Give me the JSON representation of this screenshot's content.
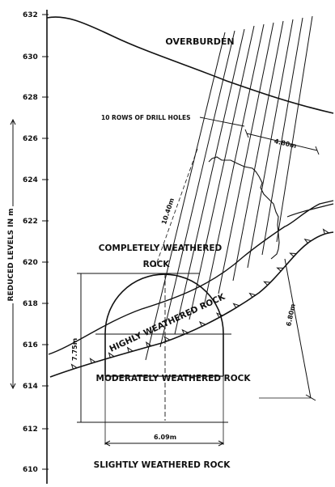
{
  "diagram": {
    "axis": {
      "title": "REDUCED LEVELS IN m",
      "ticks": [
        "632",
        "630",
        "628",
        "626",
        "624",
        "622",
        "620",
        "618",
        "616",
        "614",
        "612",
        "610"
      ]
    },
    "zones": {
      "overburden": "OVERBURDEN",
      "completely_weathered_1": "COMPLETELY WEATHERED",
      "completely_weathered_2": "ROCK",
      "highly_weathered": "HIGHLY WEATHERED ROCK",
      "moderately_weathered": "MODERATELY WEATHERED ROCK",
      "slightly_weathered": "SLIGHTLY WEATHERED ROCK"
    },
    "annotations": {
      "drill_holes": "10 ROWS OF DRILL HOLES",
      "dim_top_width": "4.80m",
      "dim_hole_length": "10.40m",
      "dim_left_height": "7.75m",
      "dim_base_width": "6.09m",
      "dim_right_length": "6.80m"
    }
  }
}
